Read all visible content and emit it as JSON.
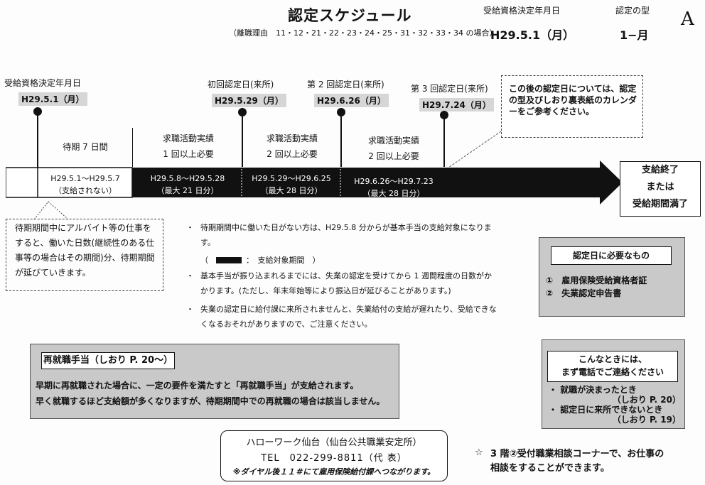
{
  "header": {
    "title": "認定スケジュール",
    "subtitle": "（離職理由　11・12・21・22・23・24・25・31・32・33・34 の場合）",
    "decision_label": "受給資格決定年月日",
    "decision_date": "H29.5.1（月）",
    "type_label": "認定の型",
    "type_value": "1−月",
    "sheet_letter": "A"
  },
  "timeline": {
    "events": [
      {
        "label": "受給資格決定年月日",
        "date": "H29.5.1（月）"
      },
      {
        "label": "初回認定日(来所)",
        "date": "H29.5.29（月）"
      },
      {
        "label": "第 2 回認定日(来所)",
        "date": "H29.6.26（月）"
      },
      {
        "label": "第 3 回認定日(来所)",
        "date": "H29.7.24（月）"
      }
    ],
    "callout": "この後の認定日については、認定の型及びしおり裏表紙のカレンダーをご参考ください。",
    "segments": [
      {
        "title": "待期 7 日間",
        "range": "H29.5.1～H29.5.7",
        "note": "（支給されない）"
      },
      {
        "title": "求職活動実績",
        "requirement": "1 回以上必要",
        "range": "H29.5.8～H29.5.28",
        "note": "（最大 21 日分）"
      },
      {
        "title": "求職活動実績",
        "requirement": "2 回以上必要",
        "range": "H29.5.29～H29.6.25",
        "note": "（最大 28 日分）"
      },
      {
        "title": "求職活動実績",
        "requirement": "2 回以上必要",
        "range": "H29.6.26～H29.7.23",
        "note": "（最大 28 日分）"
      }
    ],
    "end_box": [
      "支給終了",
      "または",
      "受給期間満了"
    ]
  },
  "waiting_note": "待期期間中にアルバイト等の仕事をすると、働いた日数(継続性のある仕事等の場合はその期間)分、待期期間が延びていきます。",
  "bullets": {
    "item1": "待期期間中に働いた日がない方は、H29.5.8 分からが基本手当の支給対象になります。",
    "legend_open": "（",
    "legend_text": "：　支給対象期間　）",
    "item2": "基本手当が振り込まれるまでには、失業の認定を受けてから 1 週間程度の日数がかかります。(ただし、年末年始等により振込日が延びることがあります。)",
    "item3": "失業の認定日に給付課に来所されませんと、失業給付の支給が遅れたり、受給できなくなるおそれがありますので、ご注意ください。"
  },
  "required_items": {
    "title": "認定日に必要なもの",
    "items": [
      {
        "num": "①",
        "text": "雇用保険受給資格者証"
      },
      {
        "num": "②",
        "text": "失業認定申告書"
      }
    ]
  },
  "reemployment": {
    "title": "再就職手当（しおり P. 20～）",
    "line1": "早期に再就職された場合に、一定の要件を満たすと「再就職手当」が支給されます。",
    "line2": "早く就職するほど支給額が多くなりますが、待期期間中での再就職の場合は該当しません。"
  },
  "contact_box": {
    "title_line1": "こんなときには、",
    "title_line2": "まず電話でご連絡ください",
    "items": [
      {
        "text": "就職が決まったとき",
        "ref": "（しおり P. 20）"
      },
      {
        "text": "認定日に来所できないとき",
        "ref": "（しおり P. 19）"
      }
    ]
  },
  "office": {
    "name": "ハローワーク仙台（仙台公共職業安定所）",
    "tel": "TEL　022-299-8811（代 表）",
    "note": "※ダイヤル後１１＃にて雇用保険給付課へつながります。"
  },
  "consult": {
    "star": "☆",
    "line1": "3 階②受付職業相談コーナーで、お仕事の",
    "line2": "相談をすることができます。"
  }
}
